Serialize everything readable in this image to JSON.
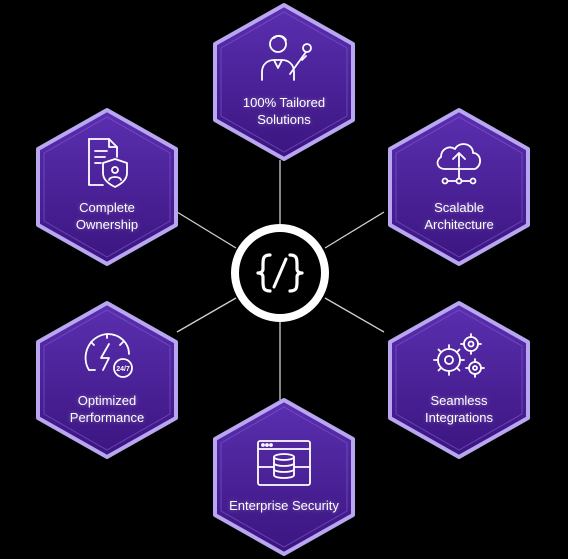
{
  "colors": {
    "background": "#000000",
    "hex_fill_top": "#5b2fb0",
    "hex_fill_bottom": "#3b1580",
    "hex_border": "#b9a6f0",
    "line": "#e6e6ee",
    "icon": "#ffffff"
  },
  "center": {
    "icon": "code-braces-icon"
  },
  "nodes": {
    "top": {
      "lines": [
        "100% Tailored",
        "Solutions"
      ],
      "icon": "person-gear-icon"
    },
    "tl": {
      "lines": [
        "Complete",
        "Ownership"
      ],
      "icon": "document-shield-icon"
    },
    "tr": {
      "lines": [
        "Scalable",
        "Architecture"
      ],
      "icon": "cloud-upload-icon"
    },
    "bl": {
      "lines": [
        "Optimized",
        "Performance"
      ],
      "icon": "speedometer-247-icon"
    },
    "br": {
      "lines": [
        "Seamless",
        "Integrations"
      ],
      "icon": "gears-icon"
    },
    "bottom": {
      "lines": [
        "Enterprise Security"
      ],
      "icon": "browser-database-icon"
    }
  },
  "icon_badges": {
    "speed_badge": "24/7"
  }
}
